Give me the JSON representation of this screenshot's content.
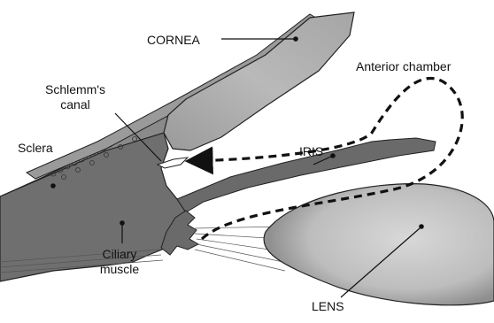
{
  "labels": {
    "cornea": "CORNEA",
    "anterior_chamber": "Anterior chamber",
    "schlemms_canal_line1": "Schlemm's",
    "schlemms_canal_line2": "canal",
    "sclera": "Sclera",
    "iris": "IRIS",
    "ciliary_muscle_line1": "Ciliary",
    "ciliary_muscle_line2": "muscle",
    "lens": "LENS"
  }
}
